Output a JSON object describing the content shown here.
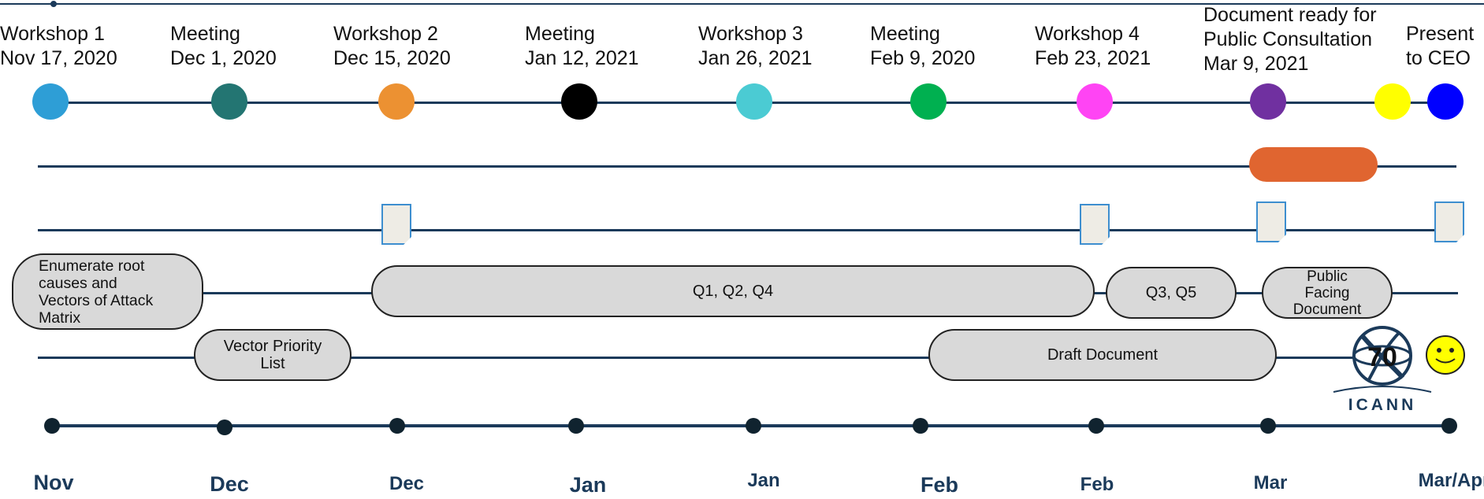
{
  "milestones": [
    {
      "title": "Workshop 1",
      "date": "Nov 17, 2020",
      "color": "#2e9ed6"
    },
    {
      "title": "Meeting",
      "date": "Dec 1, 2020",
      "color": "#237572"
    },
    {
      "title": "Workshop 2",
      "date": "Dec 15, 2020",
      "color": "#ec9132"
    },
    {
      "title": "Meeting",
      "date": "Jan 12, 2021",
      "color": "#000000"
    },
    {
      "title": "Workshop 3",
      "date": "Jan 26, 2021",
      "color": "#4bcbd3"
    },
    {
      "title": "Meeting",
      "date": "Feb 9, 2020",
      "color": "#00b050"
    },
    {
      "title": "Workshop 4",
      "date": "Feb 23, 2021",
      "color": "#ff44f4"
    },
    {
      "title": "Document ready for\nPublic Consultation",
      "date": "Mar 9, 2021",
      "color": "#7030a0"
    },
    {
      "title": "",
      "date": "",
      "color": "#ffff00"
    },
    {
      "title": "Present\nto CEO",
      "date": "",
      "color": "#0000ff"
    }
  ],
  "consultation_bar_color": "#e06530",
  "tasks": {
    "root_causes": "Enumerate root\ncauses and\nVectors of Attack\nMatrix",
    "q124": "Q1, Q2, Q4",
    "q35": "Q3, Q5",
    "public_facing": "Public\nFacing\nDocument",
    "vector_priority": "Vector Priority\nList",
    "draft": "Draft Document"
  },
  "logo": {
    "text": "ICANN",
    "badge": "70"
  },
  "months": [
    "Nov",
    "Dec",
    "Dec",
    "Jan",
    "Jan",
    "Feb",
    "Feb",
    "Mar",
    "Mar/Apr"
  ]
}
